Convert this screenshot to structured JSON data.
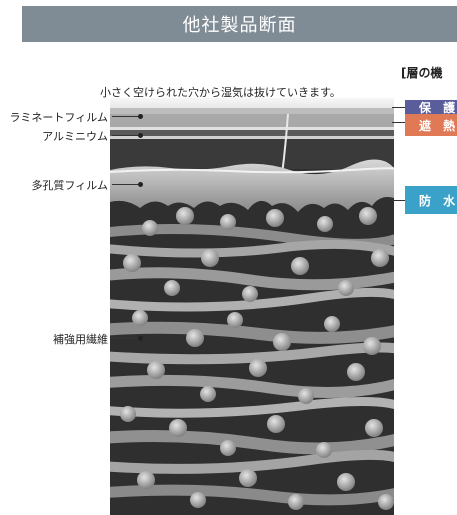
{
  "title": "他社製品断面",
  "caption": "小さく空けられた穴から湿気は抜けていきます。",
  "layers": [
    {
      "label": "ラミネートフィルム"
    },
    {
      "label": "アルミニウム"
    },
    {
      "label": "多孔質フィルム"
    },
    {
      "label": "補強用繊維"
    }
  ],
  "functions": {
    "title": "[層の機",
    "items": [
      {
        "label": "保 護",
        "color": "#5a5d9c"
      },
      {
        "label": "遮 熱",
        "color": "#e07a56"
      },
      {
        "label": "防 水",
        "color": "#3aa2c8"
      }
    ]
  },
  "colors": {
    "banner": "#7f8c96"
  }
}
